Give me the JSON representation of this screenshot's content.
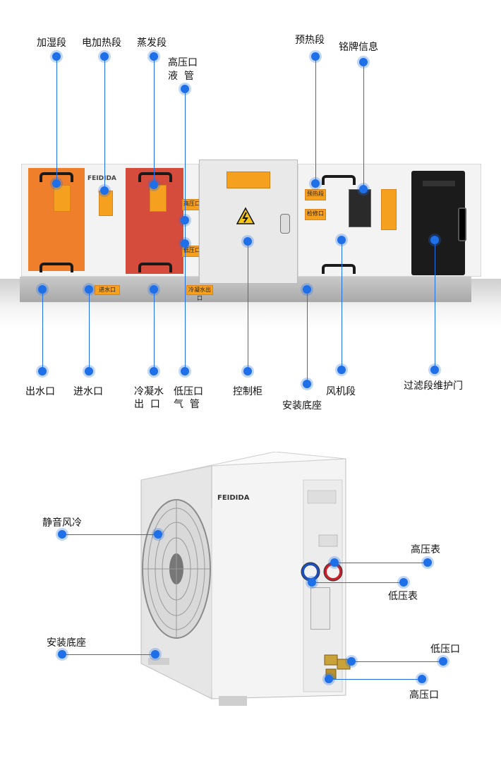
{
  "top_unit": {
    "brand": "FEIDIDA",
    "labels": {
      "humidify": "加湿段",
      "electric_heat": "电加热段",
      "evaporator": "蒸发段",
      "high_pressure_line1": "高压口",
      "high_pressure_line2": "液  管",
      "preheat": "预热段",
      "nameplate": "铭牌信息",
      "water_out": "出水口",
      "water_in": "进水口",
      "condensate_line1": "冷凝水",
      "condensate_line2": "出  口",
      "low_pressure_line1": "低压口",
      "low_pressure_line2": "气  管",
      "control_cabinet": "控制柜",
      "mount_base": "安装底座",
      "fan_section": "风机段",
      "filter_door": "过滤段维护门"
    },
    "stickers": {
      "preheat": "预热段",
      "inspection": "检修口",
      "high_port": "高压口",
      "low_port": "低压口",
      "inlet": "进水口",
      "condensate": "冷凝水出口"
    }
  },
  "bottom_unit": {
    "brand": "FEIDIDA",
    "labels": {
      "silent_fan": "静音风冷",
      "mount_base": "安装底座",
      "high_gauge": "高压表",
      "low_gauge": "低压表",
      "low_port": "低压口",
      "high_port": "高压口"
    }
  },
  "colors": {
    "accent": "#1f6fe8",
    "orange_panel": "#f07f2c",
    "red_panel": "#d54b3c"
  }
}
